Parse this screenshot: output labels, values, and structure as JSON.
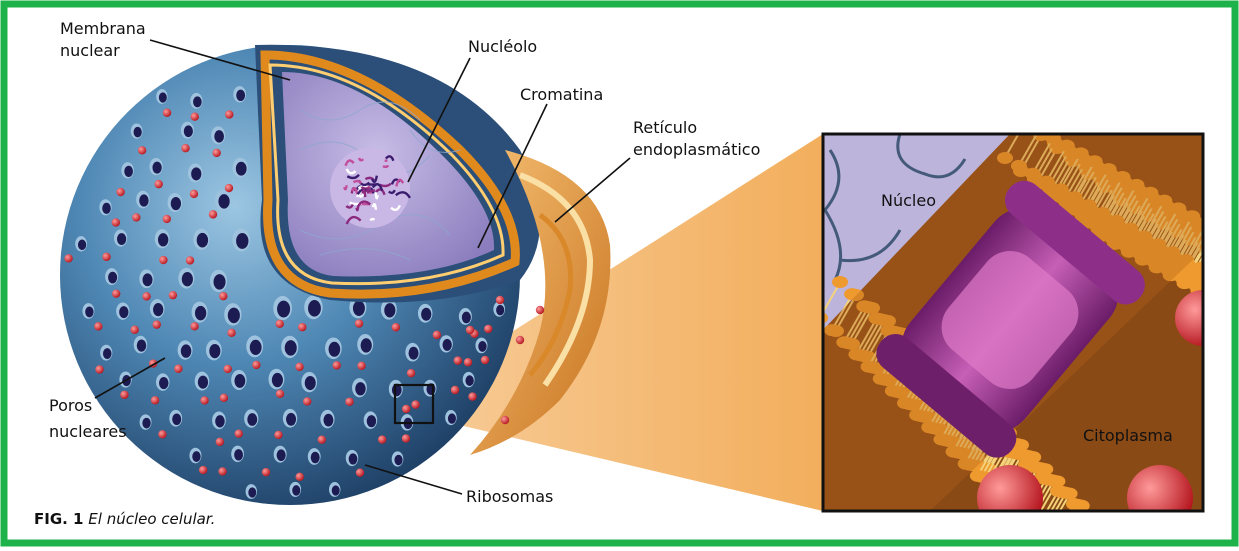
{
  "labels": {
    "membrana_line1": "Membrana",
    "membrana_line2": "nuclear",
    "nucleolo": "Nucléolo",
    "cromatina": "Cromatina",
    "reticulo_line1": "Retículo",
    "reticulo_line2": "endoplasmático",
    "poros_line1": "Poros",
    "poros_line2": "nucleares",
    "ribosomas": "Ribosomas",
    "nucleo": "Núcleo",
    "citoplasma": "Citoplasma"
  },
  "caption": {
    "number": "FIG. 1",
    "text": "El núcleo celular."
  },
  "colors": {
    "frame": "#1db34a",
    "nucleus_blue": "#3f7aa6",
    "envelope_orange": "#e08a1e",
    "ribosome_red": "#c9262c",
    "nucleoplasm_purple": "#a79ad0"
  }
}
